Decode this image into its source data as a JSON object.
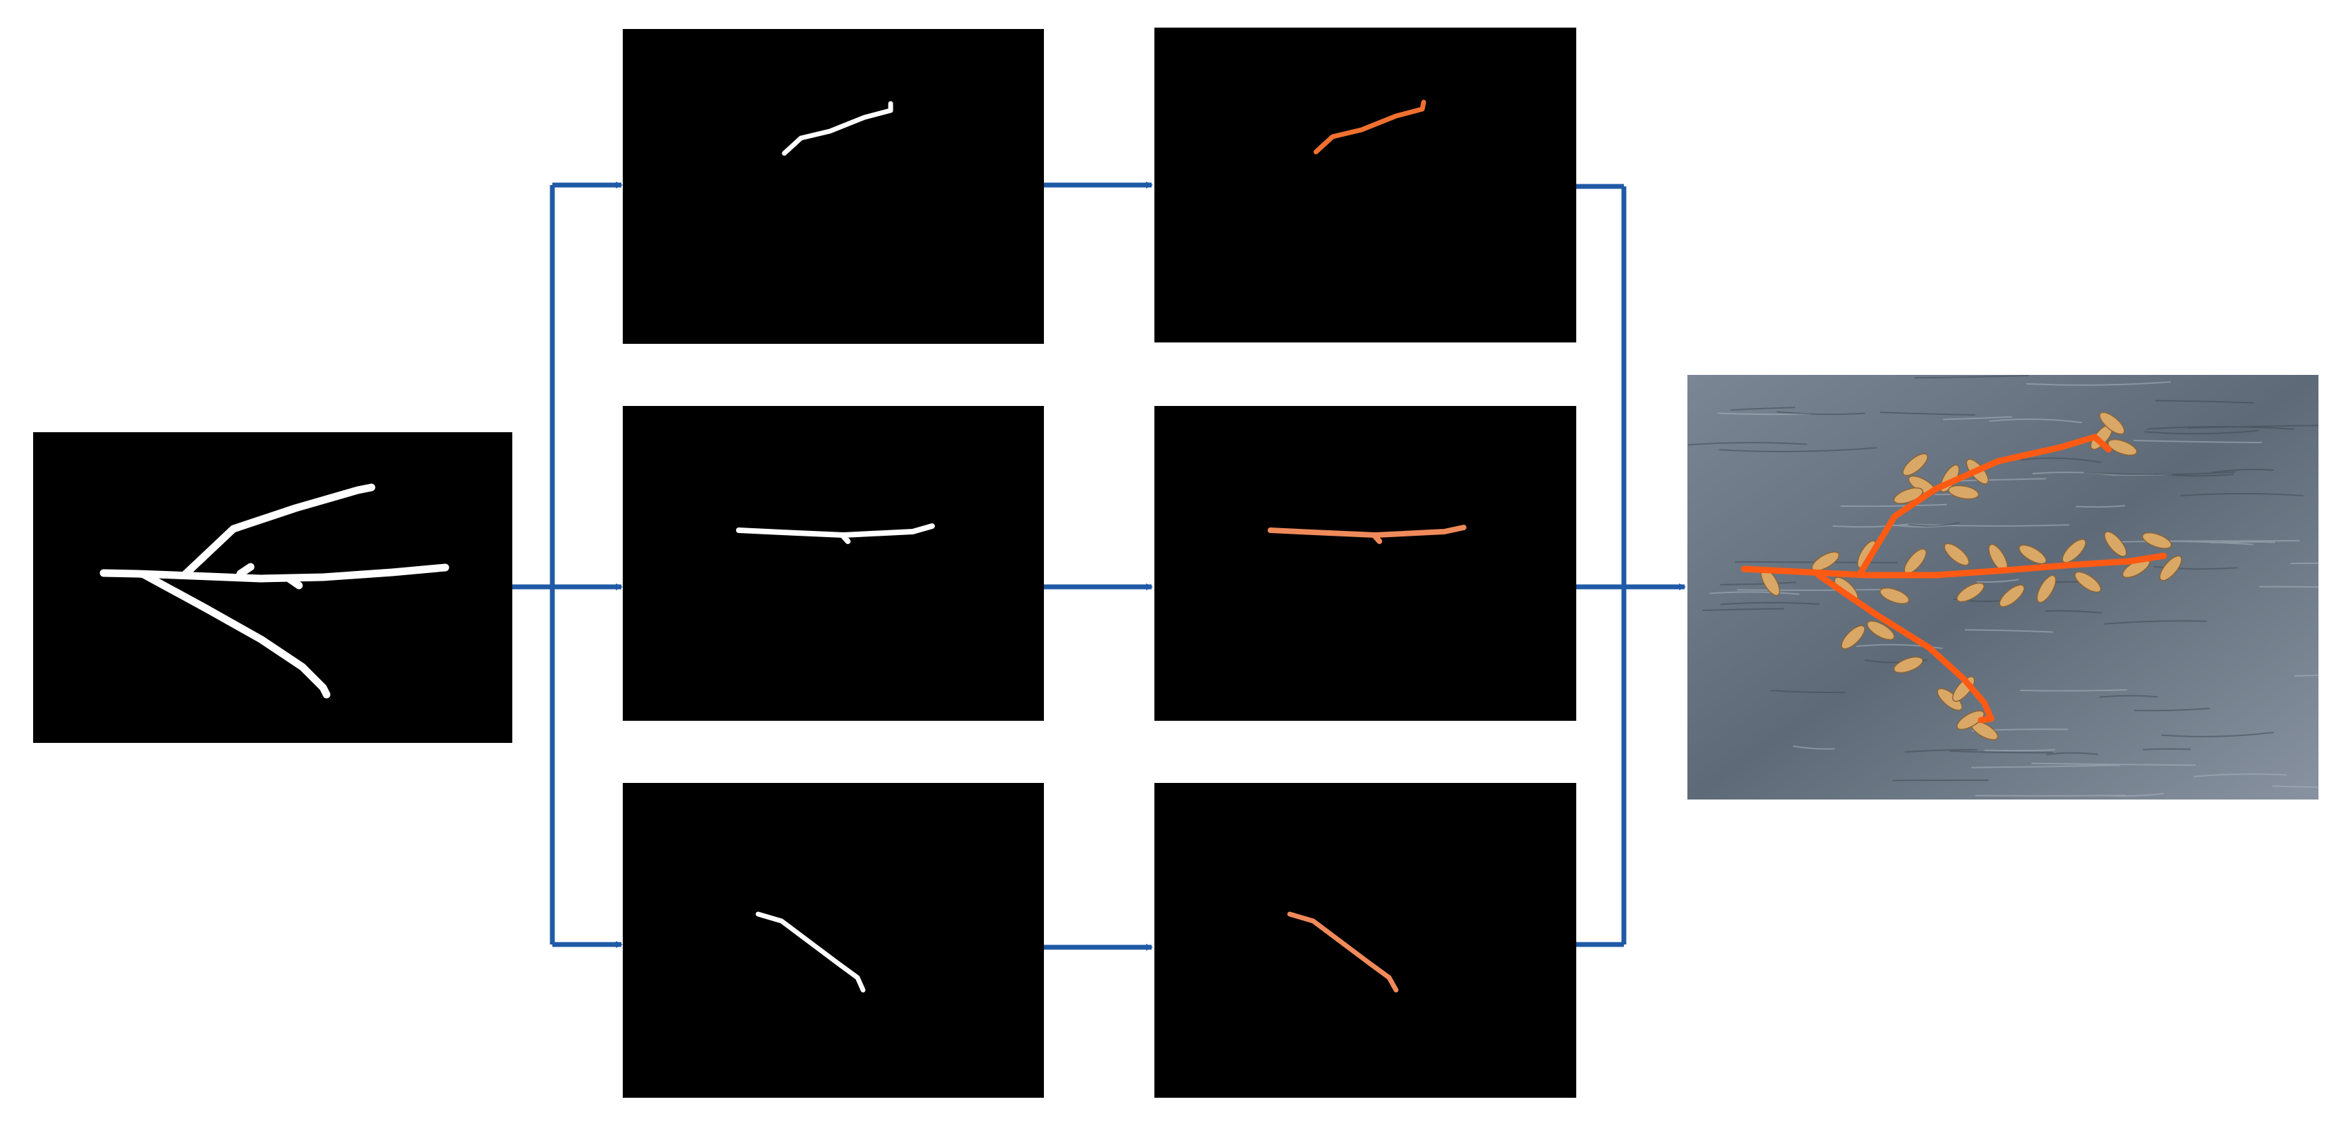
{
  "diagram": {
    "description_visible_text": "",
    "colors": {
      "arrow": "#1f5aa6",
      "panel_background": "#000000",
      "mask_white": "#ffffff",
      "branch_orange": "#ff5a14",
      "branch_light_orange": "#f08a5a",
      "pod_tan": "#d9a867",
      "photo_background": "#6b7784"
    },
    "nodes": [
      {
        "id": "input-mask",
        "kind": "binary-mask",
        "content": "full-branch-skeleton"
      },
      {
        "id": "split-mask-1",
        "kind": "binary-mask",
        "content": "upper-branch"
      },
      {
        "id": "split-mask-2",
        "kind": "binary-mask",
        "content": "middle-branch"
      },
      {
        "id": "split-mask-3",
        "kind": "binary-mask",
        "content": "lower-branch"
      },
      {
        "id": "colored-mask-1",
        "kind": "colored-mask",
        "content": "upper-branch"
      },
      {
        "id": "colored-mask-2",
        "kind": "colored-mask",
        "content": "middle-branch"
      },
      {
        "id": "colored-mask-3",
        "kind": "colored-mask",
        "content": "lower-branch"
      },
      {
        "id": "output-photo",
        "kind": "photo-overlay",
        "content": "branches-with-pods"
      }
    ],
    "edges": [
      {
        "from": "input-mask",
        "to": "split-mask-1"
      },
      {
        "from": "input-mask",
        "to": "split-mask-2"
      },
      {
        "from": "input-mask",
        "to": "split-mask-3"
      },
      {
        "from": "split-mask-1",
        "to": "colored-mask-1"
      },
      {
        "from": "split-mask-2",
        "to": "colored-mask-2"
      },
      {
        "from": "split-mask-3",
        "to": "colored-mask-3"
      },
      {
        "from": "colored-mask-1",
        "to": "output-photo"
      },
      {
        "from": "colored-mask-2",
        "to": "output-photo"
      },
      {
        "from": "colored-mask-3",
        "to": "output-photo"
      }
    ]
  }
}
